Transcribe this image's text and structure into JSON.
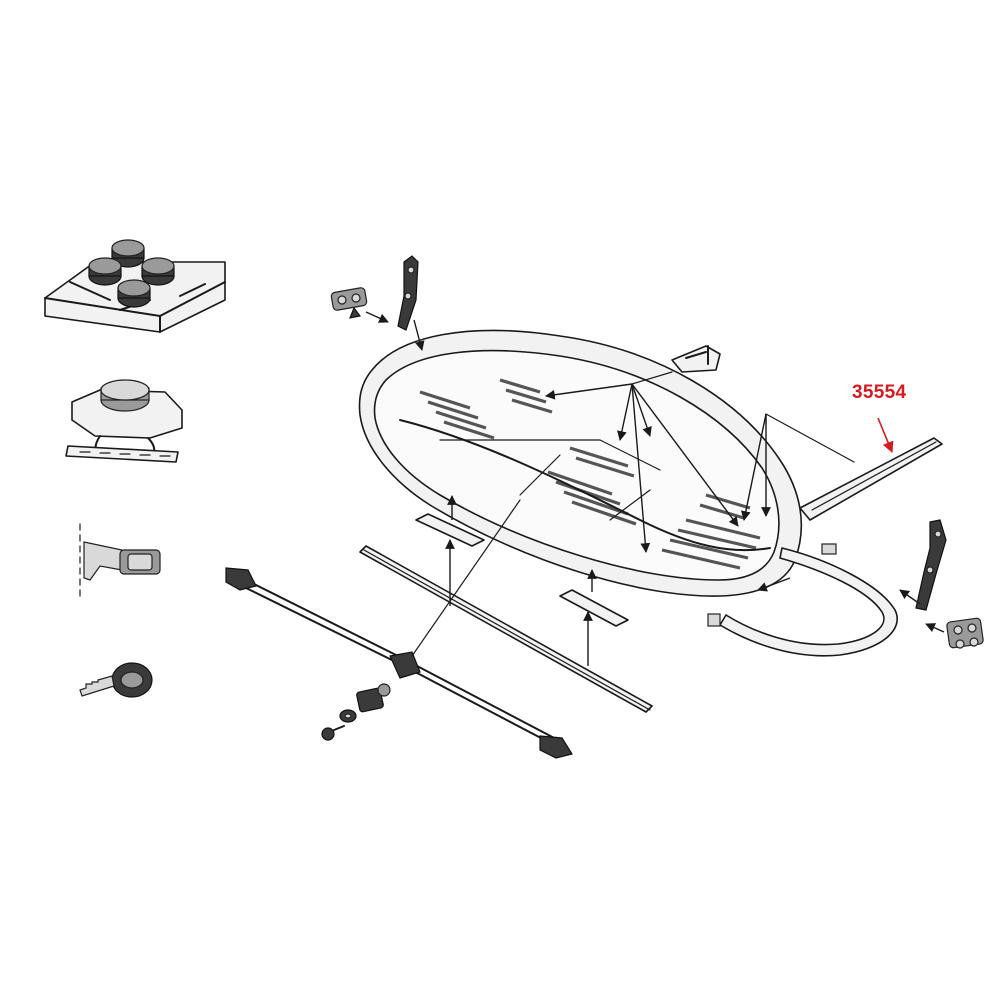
{
  "callout": {
    "part_number": "35554",
    "color": "#d71920"
  },
  "colors": {
    "line": "#1a1a1a",
    "shading": "#9a9a9a",
    "background": "#ffffff"
  },
  "parts_shown": [
    "roof-box-base",
    "mounting-clamp-plate-set",
    "mounting-clamp",
    "strap-buckle",
    "key",
    "hinge-arm-left",
    "hinge-arm-right",
    "hinge-bracket",
    "lid-strap",
    "support-strip",
    "reinforcement-rail",
    "lock-rod-assembly",
    "rubber-pads",
    "small-bracket"
  ]
}
